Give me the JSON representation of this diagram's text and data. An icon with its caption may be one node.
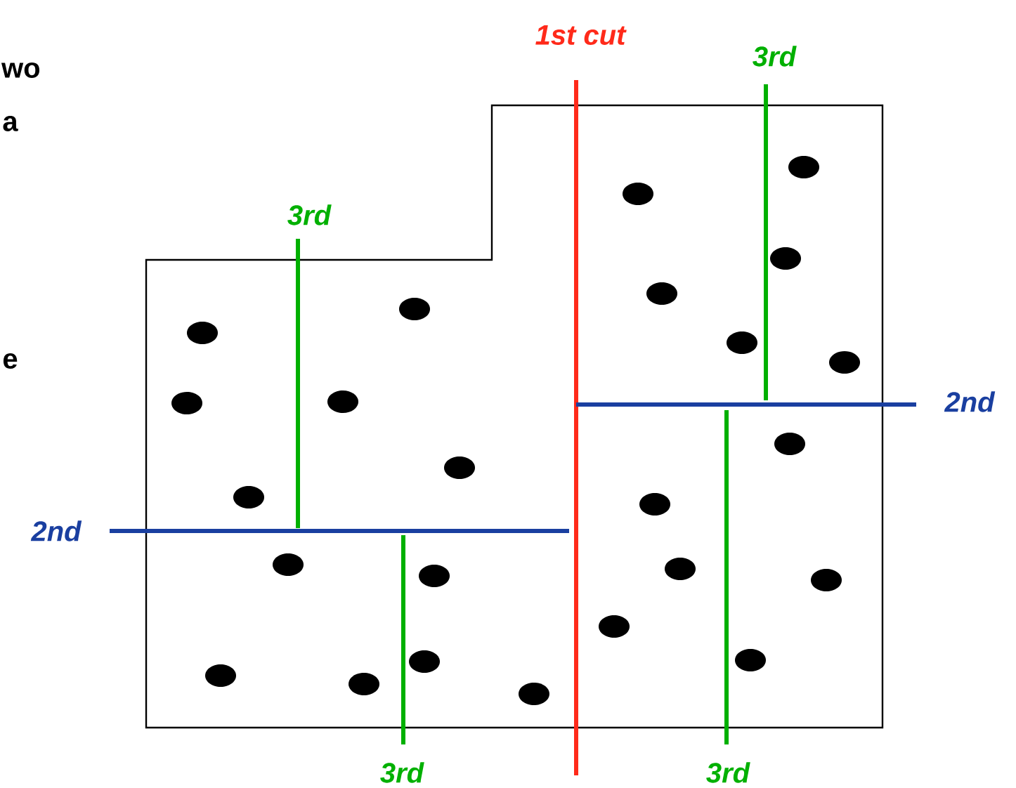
{
  "diagram": {
    "labels": [
      "1st cut",
      "3rd",
      "wo",
      "a",
      "3rd",
      "e",
      "2nd",
      "2nd",
      "3rd",
      "3rd"
    ]
  }
}
